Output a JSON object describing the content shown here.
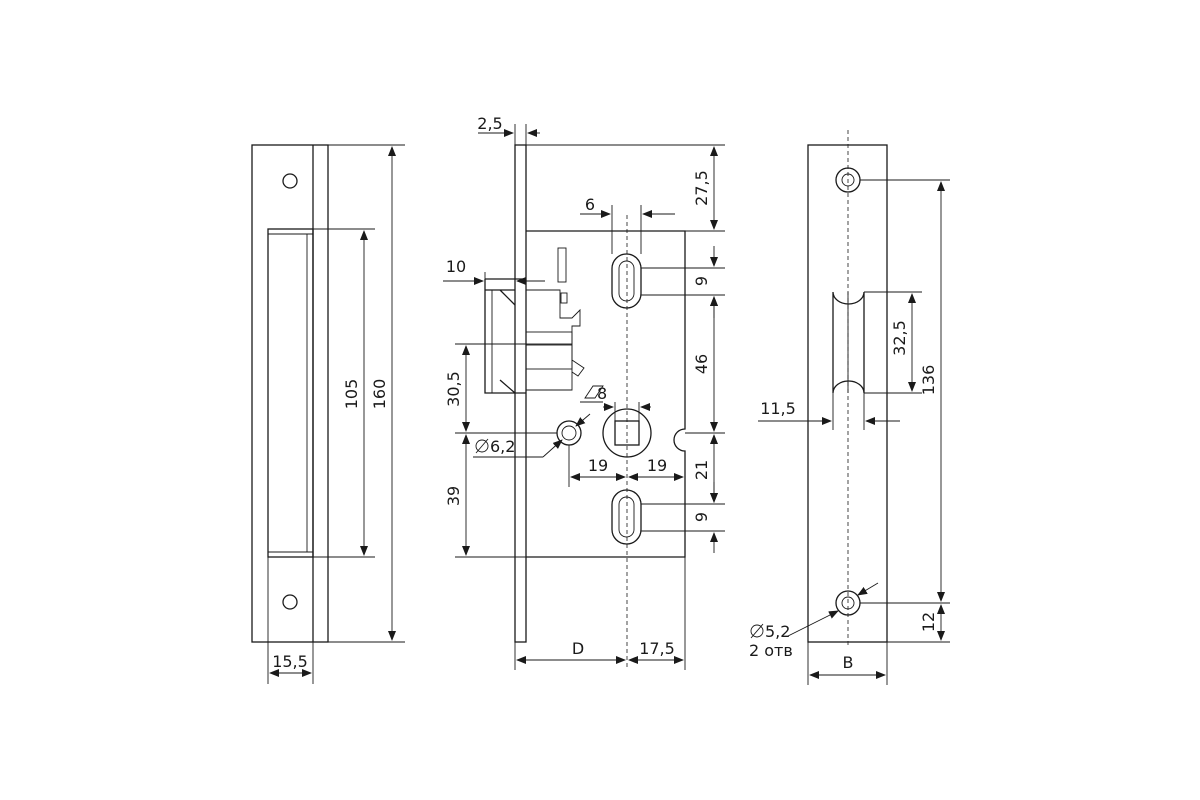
{
  "figure": {
    "labels": {
      "d160": "160",
      "d105": "105",
      "d15_5": "15,5",
      "d2_5": "2,5",
      "d27_5": "27,5",
      "d6": "6",
      "d10": "10",
      "d9_top": "9",
      "d46": "46",
      "d30_5": "30,5",
      "d8": "8",
      "d6_2": "6,2",
      "d39": "39",
      "d19_left": "19",
      "d19_right": "19",
      "d21": "21",
      "d9_bottom": "9",
      "dD": "D",
      "d17_5": "17,5",
      "d11_5": "11,5",
      "d32_5": "32,5",
      "d136": "136",
      "d12": "12",
      "d5_2": "5,2",
      "holes_note": "2 отв",
      "dB": "B"
    }
  }
}
